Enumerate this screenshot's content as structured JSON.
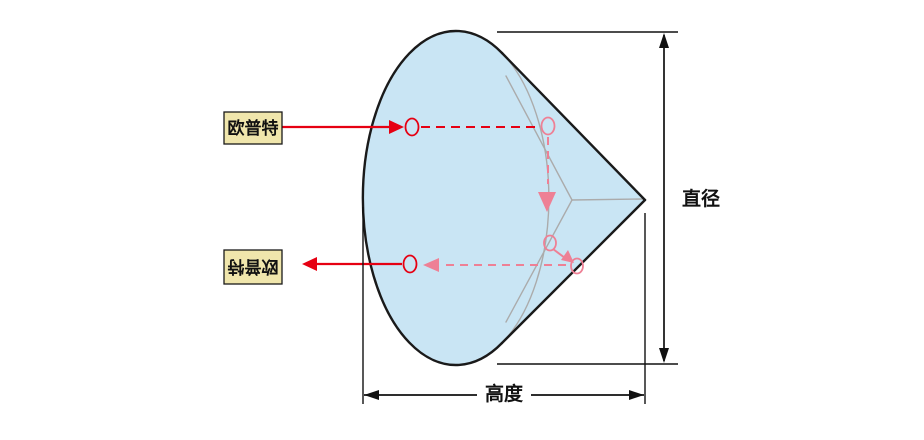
{
  "labels": {
    "brand_top": "欧普特",
    "brand_bottom": "欧普特",
    "diameter": "直径",
    "height": "高度"
  },
  "colors": {
    "page_bg": "#ffffff",
    "prism_fill": "#c9e5f4",
    "outline": "#1a1a1a",
    "faint_line": "#ababab",
    "beam_red": "#e60012",
    "beam_pink": "#ee8095",
    "label_bg": "#f0e6ac",
    "dim_line": "#111111",
    "text_color": "#111111"
  }
}
